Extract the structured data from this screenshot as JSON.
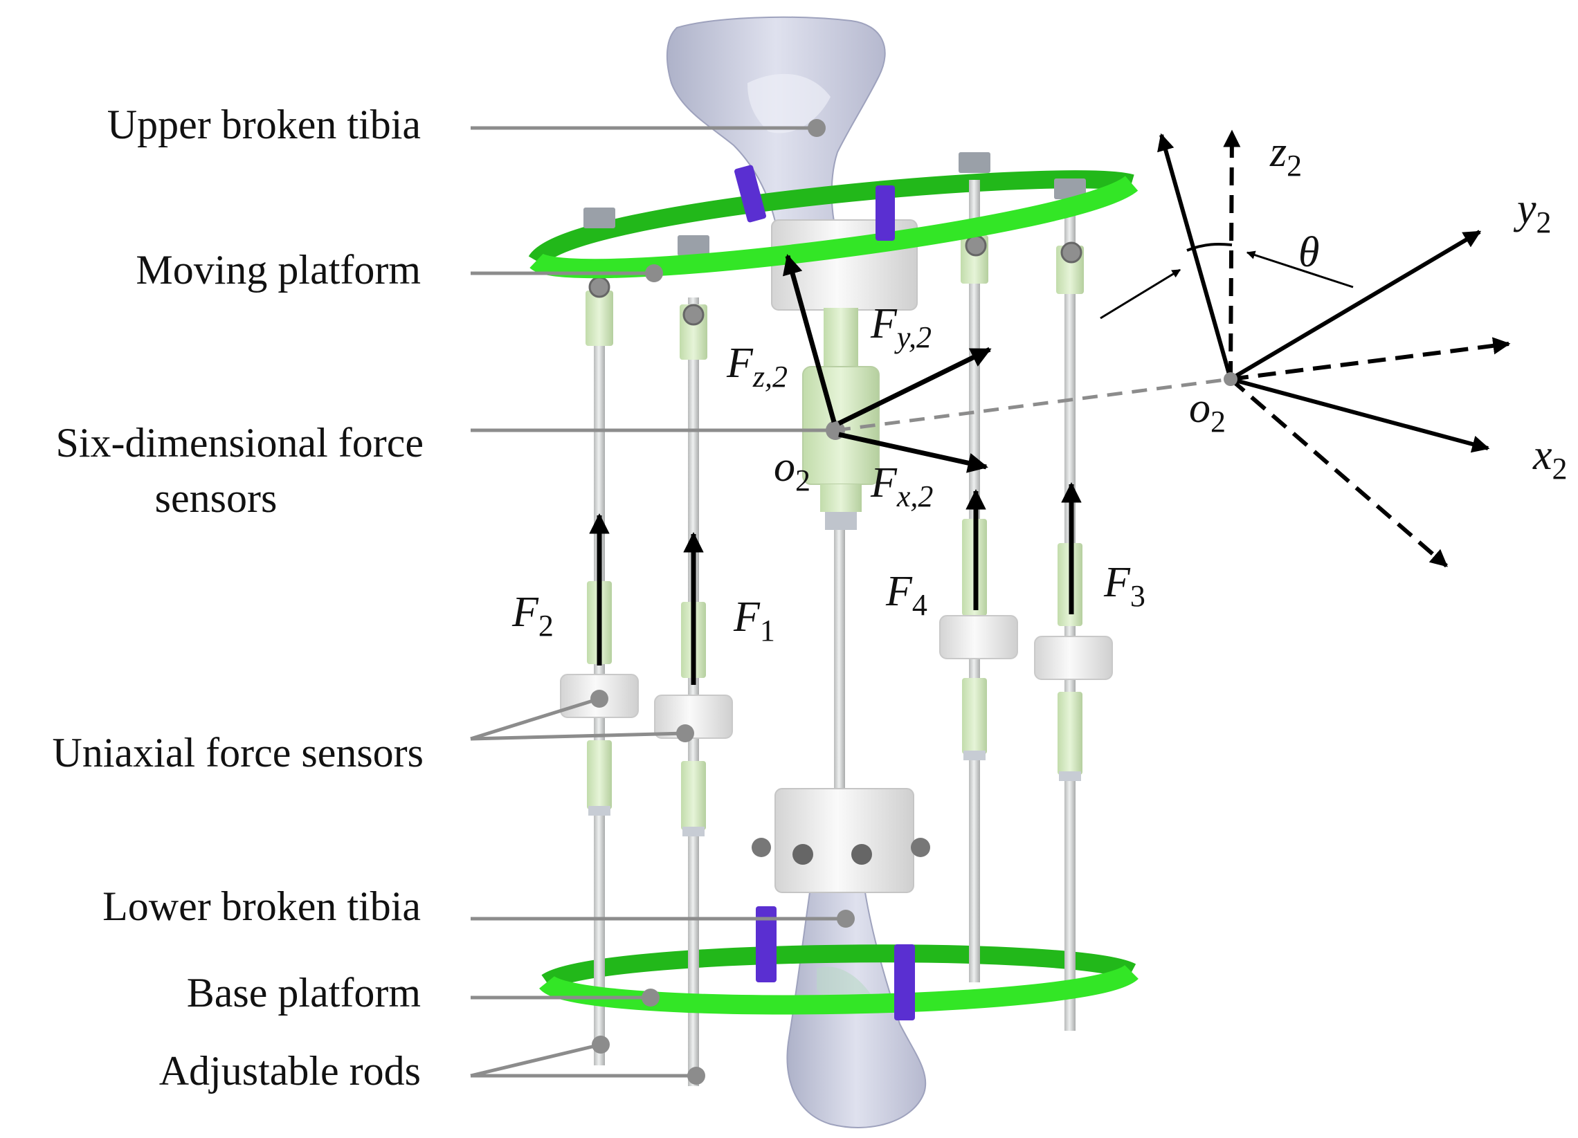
{
  "labels": {
    "upper_tibia": "Upper broken tibia",
    "moving_platform": "Moving platform",
    "six_dim_line1": "Six-dimensional force",
    "six_dim_line2": "sensors",
    "uniaxial": "Uniaxial force sensors",
    "lower_tibia": "Lower broken tibia",
    "base_platform": "Base platform",
    "adjustable_rods": "Adjustable rods"
  },
  "symbols": {
    "F1": {
      "main": "F",
      "sub": "1"
    },
    "F2": {
      "main": "F",
      "sub": "2"
    },
    "F3": {
      "main": "F",
      "sub": "3"
    },
    "F4": {
      "main": "F",
      "sub": "4"
    },
    "Fz2": {
      "main": "F",
      "sub": "z,2"
    },
    "Fy2": {
      "main": "F",
      "sub": "y,2"
    },
    "Fx2": {
      "main": "F",
      "sub": "x,2"
    },
    "o2_center": {
      "main": "o",
      "sub": "2"
    },
    "o2_frame": {
      "main": "o",
      "sub": "2"
    },
    "x2": {
      "main": "x",
      "sub": "2"
    },
    "y2": {
      "main": "y",
      "sub": "2"
    },
    "z2": {
      "main": "z",
      "sub": "2"
    },
    "theta": "θ"
  },
  "colors": {
    "ring_green": "#33e626",
    "ring_dark": "#22b81a",
    "bone": "#c9ccdf",
    "rod": "#d4d6d6",
    "sensor_green": "#d9edc6",
    "block_white": "#eeeeee",
    "clamp_purple": "#5a2fd1",
    "leader": "#8c8c8c",
    "arrow": "#000000"
  }
}
